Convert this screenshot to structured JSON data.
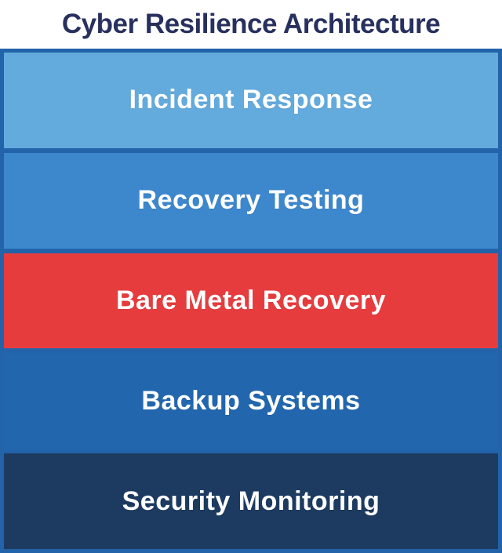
{
  "title": "Cyber Resilience Architecture",
  "colors": {
    "background": "#ffffff",
    "title_text": "#28305e",
    "frame_border": "#2263a9",
    "layer_text": "#ffffff"
  },
  "layers": [
    {
      "label": "Incident Response",
      "color": "#63aadd"
    },
    {
      "label": "Recovery Testing",
      "color": "#3d87cd"
    },
    {
      "label": "Bare Metal Recovery",
      "color": "#e73c3e"
    },
    {
      "label": "Backup Systems",
      "color": "#2267ae"
    },
    {
      "label": "Security Monitoring",
      "color": "#1d3b61"
    }
  ]
}
